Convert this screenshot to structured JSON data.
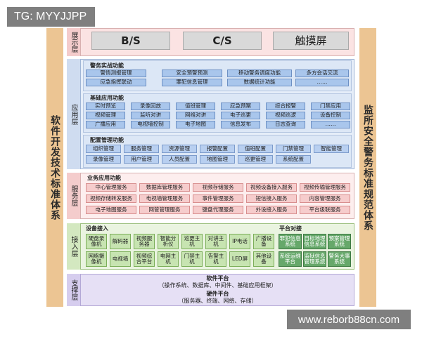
{
  "watermarks": {
    "top": "TG: MYYJJPP",
    "bottom": "www.reborb88cn.com"
  },
  "left_pillar": "软件开发技术标准体系",
  "right_pillar": "监所安全警务标准规范体系",
  "layers": {
    "display": {
      "label": "展示层",
      "items": [
        "B/S",
        "C/S",
        "触摸屏"
      ]
    },
    "application": {
      "label": "应用层",
      "groups": [
        {
          "title": "警务实战功能",
          "items": [
            "警情测报管理",
            "安全预警预测",
            "移动警务调度功能",
            "多方会话交流",
            "应急指挥联动",
            "罪犯信息管理",
            "数据统计功能",
            "……"
          ]
        },
        {
          "title": "基础应用功能",
          "items": [
            "实时预览",
            "录像回放",
            "值班管理",
            "应急预案",
            "综合报警",
            "门禁应用",
            "视频管理",
            "监听对讲",
            "网络对讲",
            "电子巡更",
            "视频巡逻",
            "设备控制",
            "广播应用",
            "电视墙控制",
            "电子地图",
            "信息发布",
            "日志查询",
            "……"
          ]
        },
        {
          "title": "配置管理功能",
          "items": [
            "组织管理",
            "服务管理",
            "资源管理",
            "报警配置",
            "值班配置",
            "门禁管理",
            "智能管理",
            "录像管理",
            "用户管理",
            "人员配置",
            "地图管理",
            "巡更管理",
            "系统配置",
            "……"
          ]
        }
      ]
    },
    "service": {
      "label": "服务层",
      "title": "业务应用功能",
      "items": [
        "中心管理服务",
        "数据库管理服务",
        "视频存储服务",
        "视频设备接入服务",
        "视频传输管理服务",
        "视频存储转发服务",
        "电视墙管理服务",
        "事件管理服务",
        "短信接入服务",
        "内容管理服务",
        "电子地图服务",
        "网管管理服务",
        "键盘代理服务",
        "外设接入服务",
        "平台级联服务"
      ]
    },
    "access": {
      "label": "接入层",
      "device_title": "设备接入",
      "devices": [
        "硬盘录像机",
        "解码器",
        "视频服务器",
        "智能分析仪",
        "巡更主机",
        "对讲主机",
        "IP电话",
        "广播设备",
        "网络摄像机",
        "电视墙",
        "视频综合平台",
        "电网主机",
        "门禁主机",
        "告警主机",
        "LED屏",
        "其他设备"
      ],
      "platform_title": "平台对接",
      "platforms": [
        "罪犯信息系统",
        "目标地理信息系统",
        "预案管理系统",
        "系统运维平台",
        "监狱信息管理系统",
        "警务大事系统"
      ]
    },
    "support": {
      "label": "支撑层",
      "software_title": "软件平台",
      "software_desc": "（操作系统、数据库、中间件、基础应用框架）",
      "hardware_title": "硬件平台",
      "hardware_desc": "（服务器、终端、网络、存储）"
    }
  },
  "colors": {
    "pillar": "#ecc593",
    "blue": "#a9c6ec",
    "pink": "#f6cccc",
    "green": "#c7e4b1",
    "dark_green": "#66a86a",
    "support": "#e6e0f5"
  }
}
